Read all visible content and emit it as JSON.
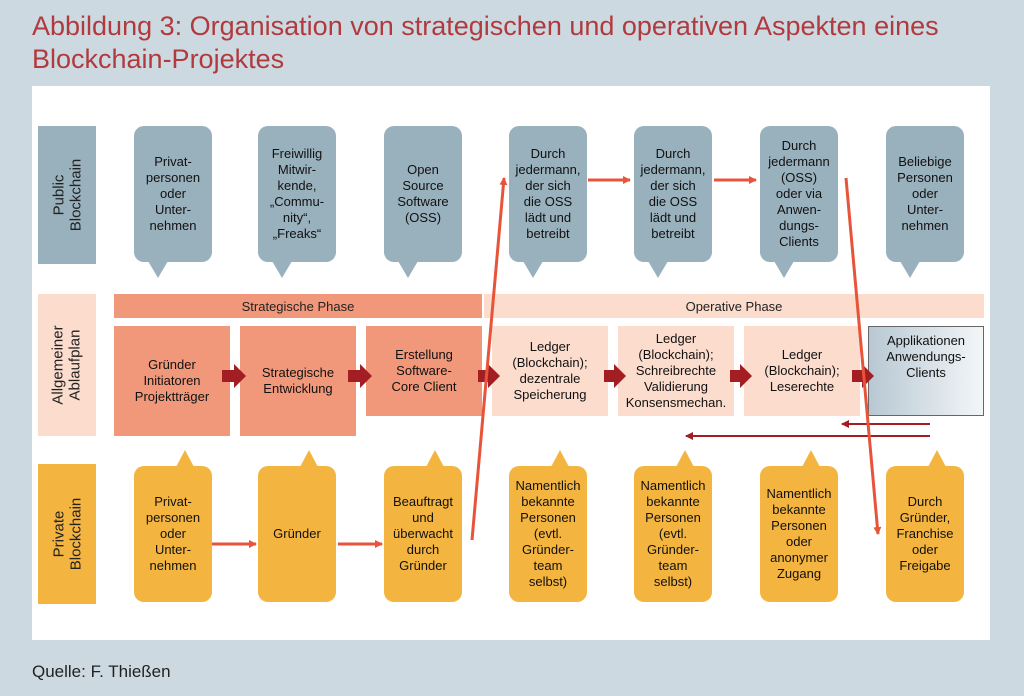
{
  "title": "Abbildung 3: Organisation von strategischen und operativen Aspekten eines Blockchain-Projektes",
  "source": "Quelle: F. Thießen",
  "row_labels": {
    "public": "Public\nBlockchain",
    "general": "Allgemeiner\nAblaufplan",
    "private": "Private\nBlockchain"
  },
  "phases": {
    "strategic": "Strategische Phase",
    "operative": "Operative Phase"
  },
  "public_bubbles": [
    "Privat-\npersonen\noder\nUnter-\nnehmen",
    "Freiwillig\nMitwir-\nkende,\n„Commu-\nnity“,\n„Freaks“",
    "Open\nSource\nSoftware\n(OSS)",
    "Durch\njedermann,\nder sich\ndie OSS\nlädt und\nbetreibt",
    "Durch\njedermann,\nder sich\ndie OSS\nlädt und\nbetreibt",
    "Durch\njedermann\n(OSS)\noder via\nAnwen-\ndungs-\nClients",
    "Beliebige\nPersonen\noder\nUnter-\nnehmen"
  ],
  "steps": [
    "Gründer\nInitiatoren\nProjektträger",
    "Strategische\nEntwicklung",
    "Erstellung\nSoftware-\nCore Client",
    "Ledger\n(Blockchain);\ndezentrale\nSpeicherung",
    "Ledger\n(Blockchain);\nSchreibrechte\nValidierung\nKonsensmechan.",
    "Ledger\n(Blockchain);\nLeserechte",
    "Applikationen\nAnwendungs-\nClients"
  ],
  "private_bubbles": [
    "Privat-\npersonen\noder\nUnter-\nnehmen",
    "Gründer",
    "Beauftragt\nund\nüberwacht\ndurch\nGründer",
    "Namentlich\nbekannte\nPersonen\n(evtl.\nGründer-\nteam\nselbst)",
    "Namentlich\nbekannte\nPersonen\n(evtl.\nGründer-\nteam\nselbst)",
    "Namentlich\nbekannte\nPersonen\noder\nanonymer\nZugang",
    "Durch\nGründer,\nFranchise\noder\nFreigabe"
  ],
  "colors": {
    "title": "#b03a3e",
    "background": "#cdd9e1",
    "public_bubble": "#99b0bd",
    "private_bubble": "#f4b440",
    "strategic_step": "#f2987a",
    "operative_step": "#fcdccd",
    "flow_arrow": "#e8543a",
    "step_arrow": "#a31e22"
  }
}
